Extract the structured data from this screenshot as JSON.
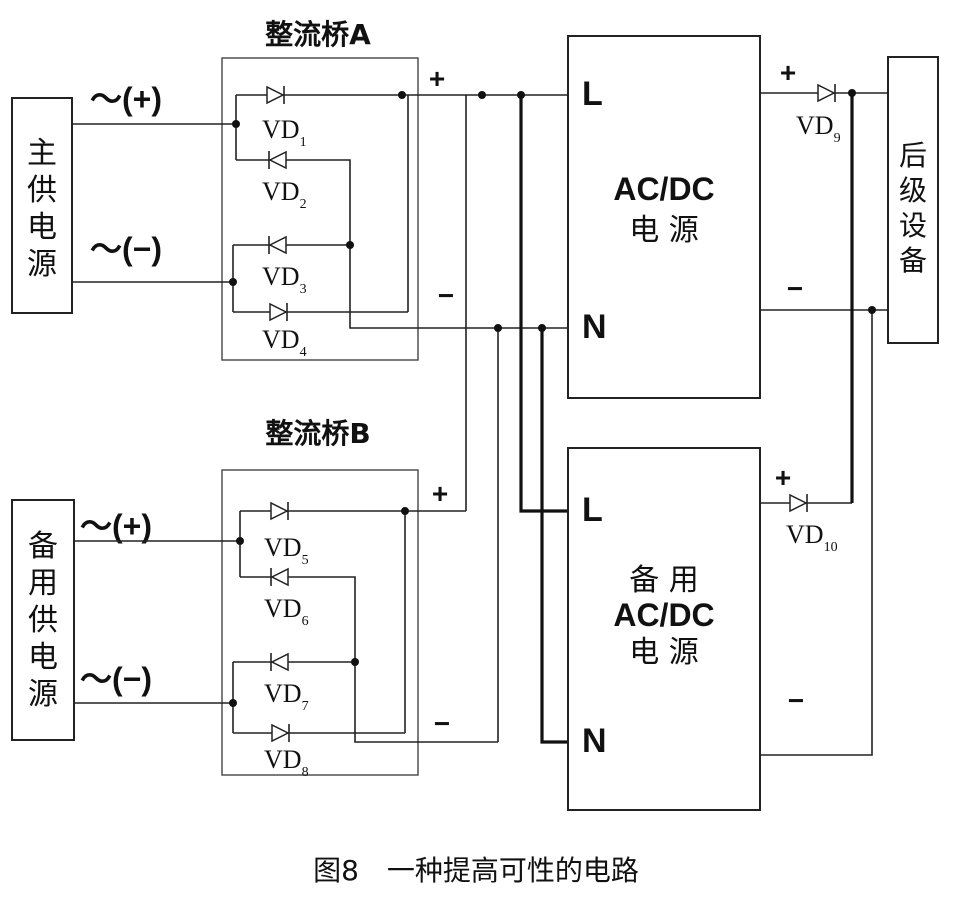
{
  "main_supply": {
    "chars": [
      "主",
      "供",
      "电",
      "源"
    ]
  },
  "backup_supply": {
    "chars": [
      "备",
      "用",
      "供",
      "电",
      "源"
    ]
  },
  "bridge_a": {
    "title": "整流桥A"
  },
  "bridge_b": {
    "title": "整流桥B"
  },
  "ac_plus": "～(+)",
  "ac_minus": "～(−)",
  "dc_plus": "+",
  "dc_minus": "−",
  "terminal_l": "L",
  "terminal_n": "N",
  "acdc_main": {
    "line1": "AC/DC",
    "line2": "电 源"
  },
  "acdc_backup": {
    "line1": "备 用",
    "line2": "AC/DC",
    "line3": "电 源"
  },
  "load": {
    "chars": [
      "后",
      "级",
      "设",
      "备"
    ]
  },
  "diodes": {
    "vd1": {
      "base": "VD",
      "sub": "1"
    },
    "vd2": {
      "base": "VD",
      "sub": "2"
    },
    "vd3": {
      "base": "VD",
      "sub": "3"
    },
    "vd4": {
      "base": "VD",
      "sub": "4"
    },
    "vd5": {
      "base": "VD",
      "sub": "5"
    },
    "vd6": {
      "base": "VD",
      "sub": "6"
    },
    "vd7": {
      "base": "VD",
      "sub": "7"
    },
    "vd8": {
      "base": "VD",
      "sub": "8"
    },
    "vd9": {
      "base": "VD",
      "sub": "9"
    },
    "vd10": {
      "base": "VD",
      "sub": "10"
    }
  },
  "caption": "图8　一种提高可性的电路"
}
